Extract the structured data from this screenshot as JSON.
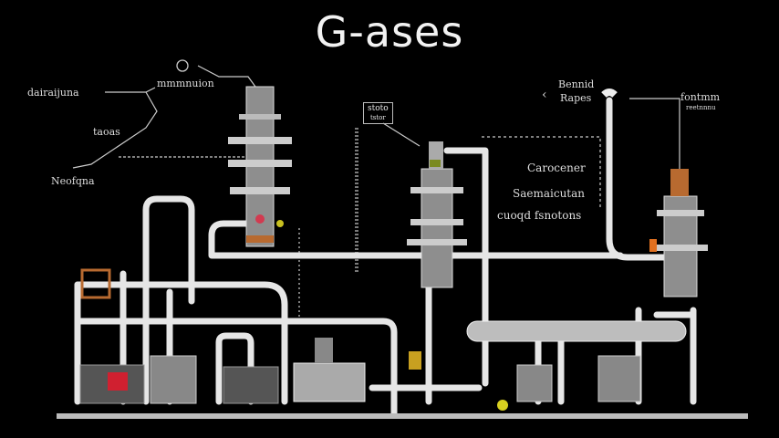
{
  "title": "G-ases",
  "labels": {
    "left_top": "dairaijuna",
    "left_mid": "taoas",
    "left_bottom": "Neofqna",
    "top_center": "mmmnuion",
    "box_line1": "stoto",
    "box_line2": "tstor",
    "note_line1": "Carocener",
    "note_line2": "Saemaicutan",
    "note_line3": "cuoqd fsnotons",
    "right_a1": "Bennid",
    "right_a2": "Rapes",
    "right_b1": "fontmm",
    "right_b2": "reetnnnu"
  },
  "colors": {
    "background": "#000000",
    "pipe": "#e6e6e6",
    "vessel": "#9a9a9a",
    "accent_red": "#d02030",
    "accent_copper": "#b86a30",
    "accent_yellow": "#c8c020"
  }
}
